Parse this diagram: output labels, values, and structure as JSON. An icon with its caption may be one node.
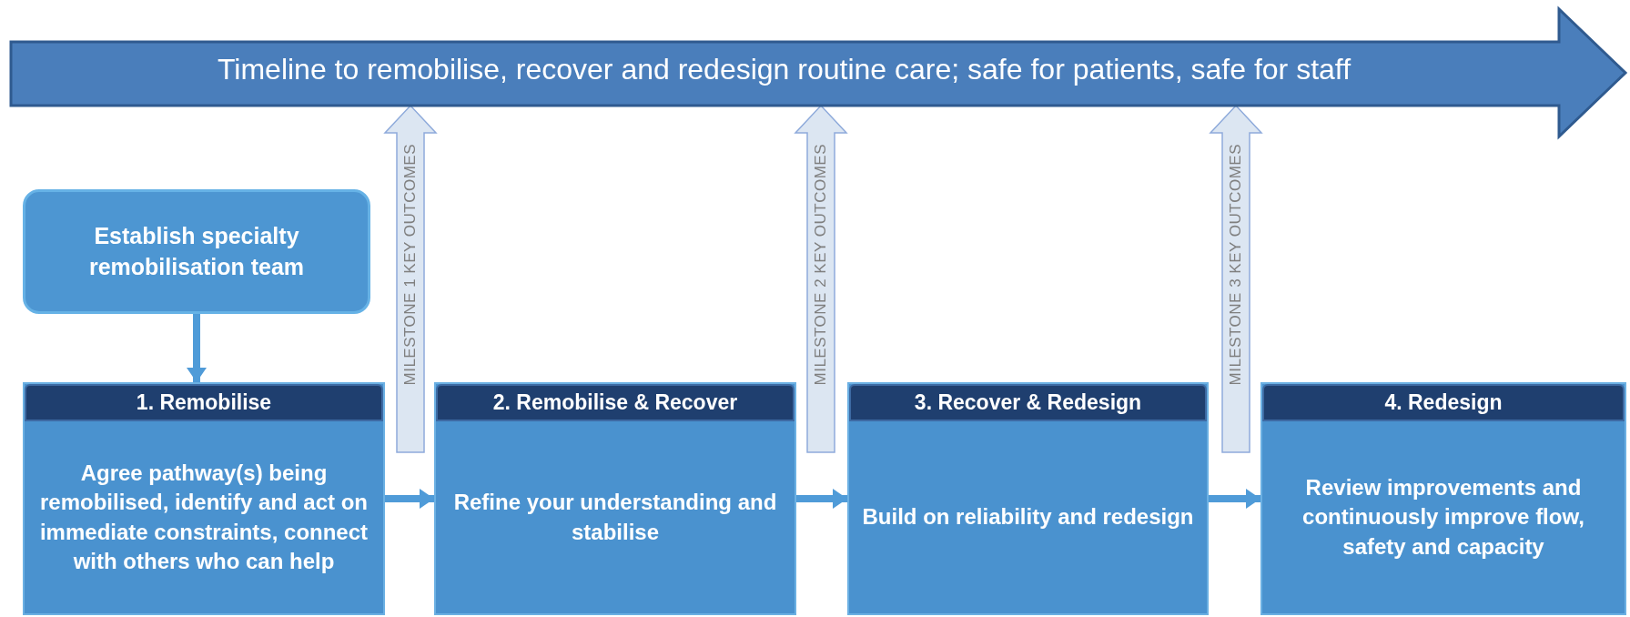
{
  "diagram": {
    "nodes": [
      {
        "text": [
          "Timeline to remobilise, recover and redesign routine care; safe for patients, safe for staff"
        ]
      },
      {
        "text": [
          "Establish specialty remobilisation team"
        ]
      },
      {
        "text": [
          "1. Remobilise",
          "Agree pathway(s) being remobilised, identify and act on immediate constraints, connect with others who can help"
        ]
      },
      {
        "text": [
          "2. Remobilise & Recover",
          "Refine your understanding and stabilise"
        ]
      },
      {
        "text": [
          "3. Recover & Redesign",
          "Build on reliability and redesign"
        ]
      },
      {
        "text": [
          "4. Redesign",
          "Review improvements and continuously improve flow, safety and capacity"
        ]
      }
    ],
    "edges": [
      {
        "from": 1,
        "to": 2,
        "arrow": "to"
      },
      {
        "from": 2,
        "to": 3,
        "arrow": "to"
      },
      {
        "from": 3,
        "to": 4,
        "arrow": "to"
      },
      {
        "from": 4,
        "to": 5,
        "arrow": "to"
      },
      {
        "from": null,
        "to": 0,
        "arrow": "to",
        "label": "MILESTONE 1 KEY OUTCOMES"
      },
      {
        "from": null,
        "to": 0,
        "arrow": "to",
        "label": "MILESTONE 2 KEY OUTCOMES"
      },
      {
        "from": null,
        "to": 0,
        "arrow": "to",
        "label": "MILESTONE 3 KEY OUTCOMES"
      }
    ]
  }
}
